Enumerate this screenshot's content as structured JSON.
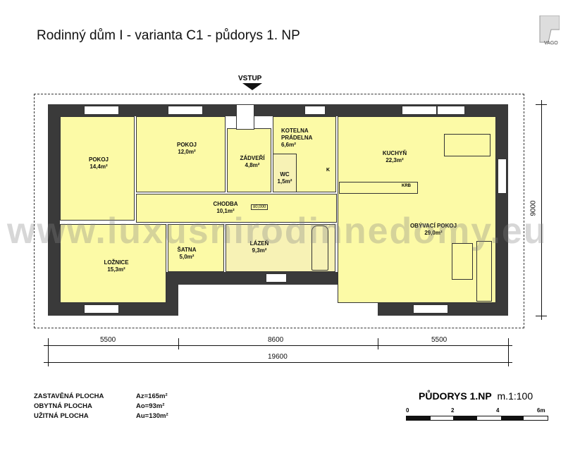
{
  "title": "Rodinný dům I - varianta C1 - půdorys 1. NP",
  "logo": "VAGO",
  "entrance": "VSTUP",
  "watermark": "www.luxusnirodinnedomy.eu",
  "rooms": [
    {
      "name": "POKOJ",
      "area": "14,4m²"
    },
    {
      "name": "POKOJ",
      "area": "12,0m²"
    },
    {
      "name": "ZÁDVEŘÍ",
      "area": "4,8m²"
    },
    {
      "name": "KOTELNA PRÁDELNA",
      "area": "6,6m²"
    },
    {
      "name": "WC",
      "area": "1,5m²"
    },
    {
      "name": "CHODBA",
      "area": "10,1m²"
    },
    {
      "name": "KUCHYŇ",
      "area": "22,3m²"
    },
    {
      "name": "OBÝVACÍ POKOJ",
      "area": "29,0m²"
    },
    {
      "name": "LOŽNICE",
      "area": "15,3m²"
    },
    {
      "name": "ŠATNA",
      "area": "5,0m²"
    },
    {
      "name": "LÁZEŇ",
      "area": "9,3m²"
    }
  ],
  "level": "±0,000",
  "fixtures": {
    "boiler": "K",
    "fireplace": "KRB"
  },
  "dimensions": {
    "segments": [
      "5500",
      "8600",
      "5500"
    ],
    "total": "19600",
    "depth": "9000"
  },
  "areas": [
    {
      "label": "ZASTAVĚNÁ PLOCHA",
      "value": "Az=165m²"
    },
    {
      "label": "OBYTNÁ PLOCHA",
      "value": "Ao=93m²"
    },
    {
      "label": "UŽITNÁ PLOCHA",
      "value": "Au=130m²"
    }
  ],
  "plan_title": "PŮDORYS 1.NP",
  "scale": "m.1:100",
  "scale_bar": [
    "0",
    "2",
    "4",
    "6m"
  ]
}
